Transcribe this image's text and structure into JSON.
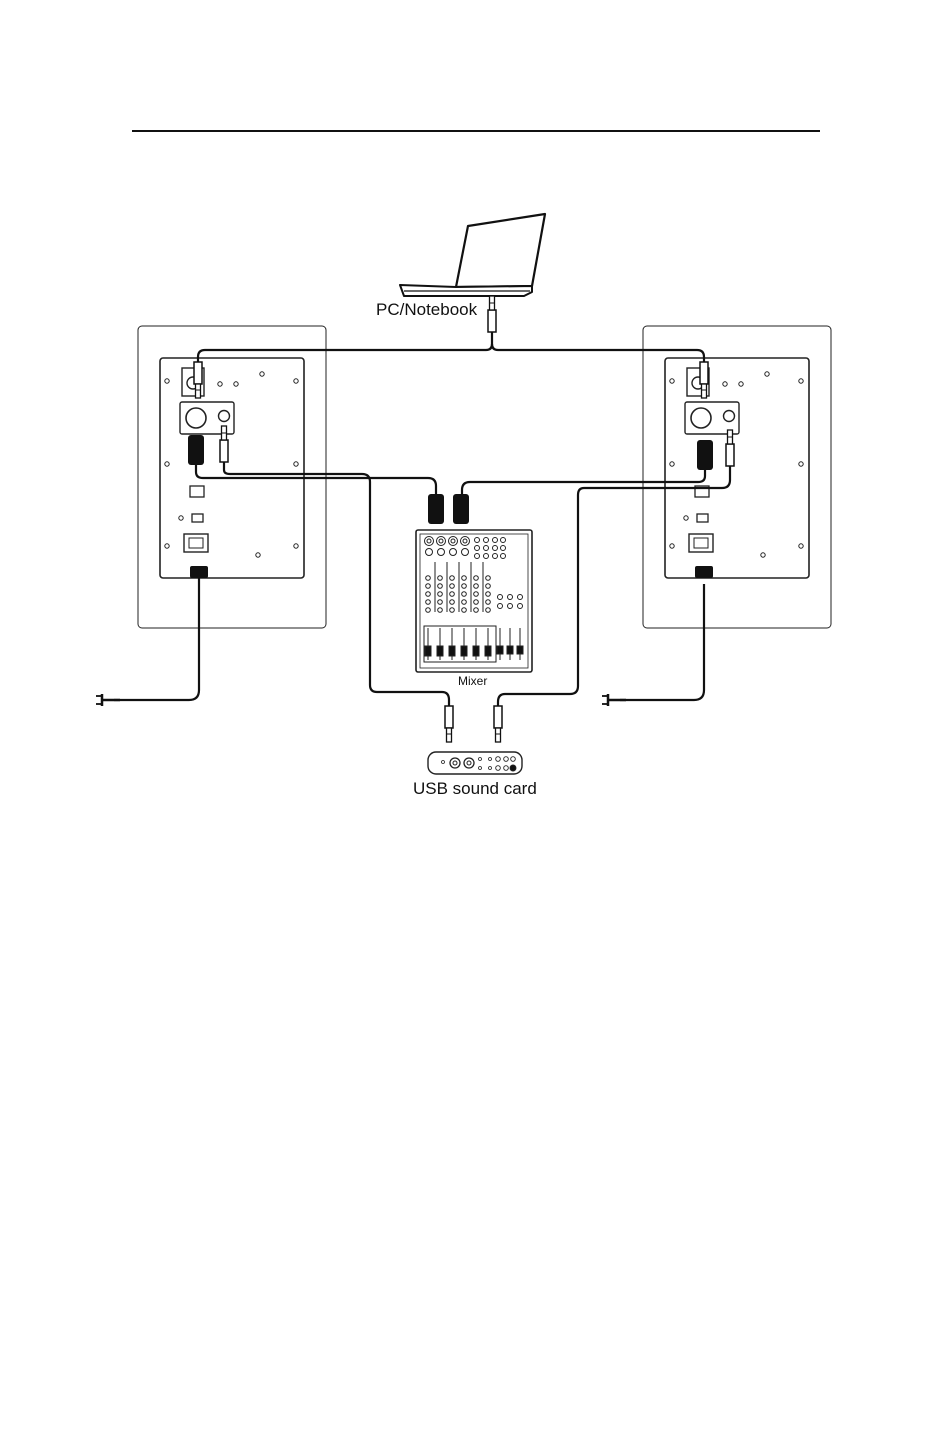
{
  "labels": {
    "pc": "PC/Notebook",
    "mixer": "Mixer",
    "usb_sound_card": "USB sound card"
  },
  "colors": {
    "line": "#111111",
    "background": "#ffffff"
  }
}
